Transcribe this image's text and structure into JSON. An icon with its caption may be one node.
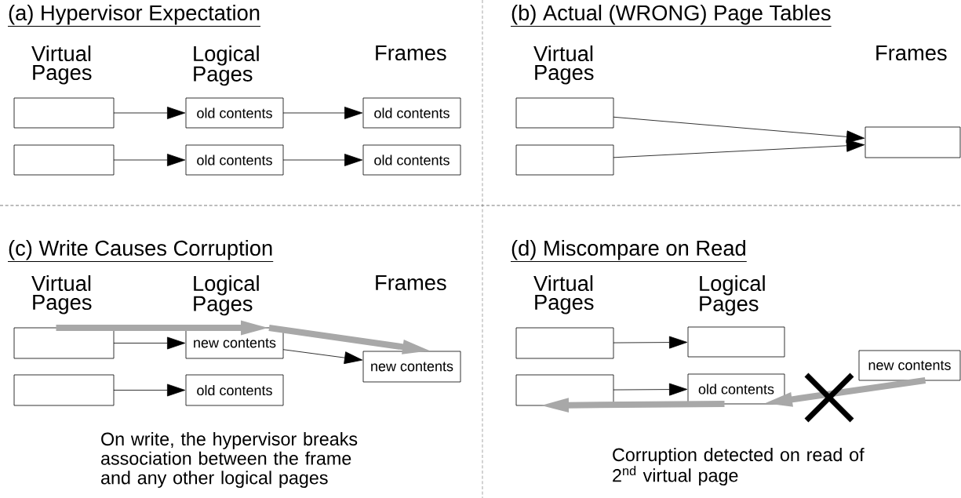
{
  "diagram": {
    "nodes": [
      {
        "text": [],
        "shape": "box"
      },
      {
        "text": [],
        "shape": "box"
      },
      {
        "text": [
          "old contents"
        ]
      },
      {
        "text": [
          "old contents"
        ]
      },
      {
        "text": [
          "old contents"
        ]
      },
      {
        "text": [
          "old contents"
        ]
      },
      {
        "text": [],
        "shape": "box"
      },
      {
        "text": [],
        "shape": "box"
      },
      {
        "text": [],
        "shape": "box"
      },
      {
        "text": [],
        "shape": "box"
      },
      {
        "text": [],
        "shape": "box"
      },
      {
        "text": [
          "new contents"
        ]
      },
      {
        "text": [
          "old contents"
        ]
      },
      {
        "text": [
          "new contents"
        ]
      },
      {
        "text": [],
        "shape": "box"
      },
      {
        "text": [],
        "shape": "box"
      },
      {
        "text": [],
        "shape": "box"
      },
      {
        "text": [
          "old contents"
        ]
      },
      {
        "text": [
          "new contents"
        ]
      }
    ],
    "edges": [
      {
        "from": 0,
        "to": 2,
        "arrow": "to"
      },
      {
        "from": 2,
        "to": 4,
        "arrow": "to"
      },
      {
        "from": 1,
        "to": 3,
        "arrow": "to"
      },
      {
        "from": 3,
        "to": 5,
        "arrow": "to"
      },
      {
        "from": 6,
        "to": 8,
        "arrow": "to"
      },
      {
        "from": 7,
        "to": 8,
        "arrow": "to"
      },
      {
        "from": 9,
        "to": 11,
        "arrow": "to",
        "style": "thick",
        "color": "#a8a8a8"
      },
      {
        "from": 11,
        "to": 13,
        "arrow": "to",
        "style": "thick",
        "color": "#a8a8a8"
      },
      {
        "from": 9,
        "to": 11,
        "arrow": "to"
      },
      {
        "from": 11,
        "to": 13,
        "arrow": "to"
      },
      {
        "from": 10,
        "to": 12,
        "arrow": "to"
      },
      {
        "from": 14,
        "to": 16,
        "arrow": "to"
      },
      {
        "from": 15,
        "to": 17,
        "arrow": "to"
      },
      {
        "from": 18,
        "to": 17,
        "arrow": "to",
        "style": "thick",
        "color": "#a8a8a8"
      },
      {
        "from": 17,
        "to": 15,
        "arrow": "to",
        "style": "thick",
        "color": "#a8a8a8"
      }
    ],
    "labels": [
      "(a) Hypervisor Expectation",
      "(b) Actual (WRONG) Page Tables",
      "Virtual Pages",
      "Logical Pages",
      "Frames",
      "Virtual Pages",
      "Frames",
      "(c) Write Causes Corruption",
      "(d) Miscompare on Read",
      "Virtual Pages",
      "Logical Pages",
      "Frames",
      "Virtual Pages",
      "Logical Pages",
      "On write, the hypervisor breaks association between the frame and any other logical pages",
      "Corruption detected on read of 2$^{nd}$ virtual page"
    ]
  }
}
